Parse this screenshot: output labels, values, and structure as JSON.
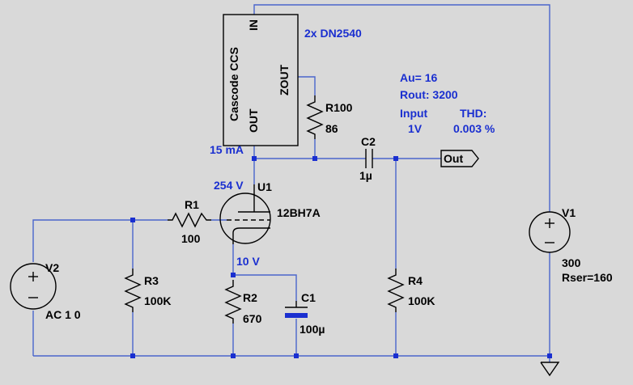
{
  "subcircuit": {
    "name": "Cascode CCS",
    "pin_in": "IN",
    "pin_zout": "ZOUT",
    "pin_out": "OUT",
    "note": "2x DN2540"
  },
  "components": {
    "r100": {
      "ref": "R100",
      "value": "86"
    },
    "c2": {
      "ref": "C2",
      "value": "1µ"
    },
    "u1": {
      "ref": "U1",
      "value": "12BH7A"
    },
    "r1": {
      "ref": "R1",
      "value": "100"
    },
    "r2": {
      "ref": "R2",
      "value": "670"
    },
    "r3": {
      "ref": "R3",
      "value": "100K"
    },
    "r4": {
      "ref": "R4",
      "value": "100K"
    },
    "c1": {
      "ref": "C1",
      "value": "100µ"
    },
    "v1": {
      "ref": "V1",
      "value": "300",
      "extra": "Rser=160"
    },
    "v2": {
      "ref": "V2",
      "value": "AC 1 0"
    }
  },
  "net_label": "Out",
  "annotations": {
    "current": "15 mA",
    "plate_voltage": "254 V",
    "cathode_voltage": "10 V",
    "gain": "Au= 16",
    "rout": "Rout: 3200",
    "input_label": "Input",
    "input_value": "1V",
    "thd_label": "THD:",
    "thd_value": "0.003 %"
  },
  "colors": {
    "background": "#d9d9d9",
    "wire": "#4a66cc",
    "annotation": "#1a2fd0"
  }
}
